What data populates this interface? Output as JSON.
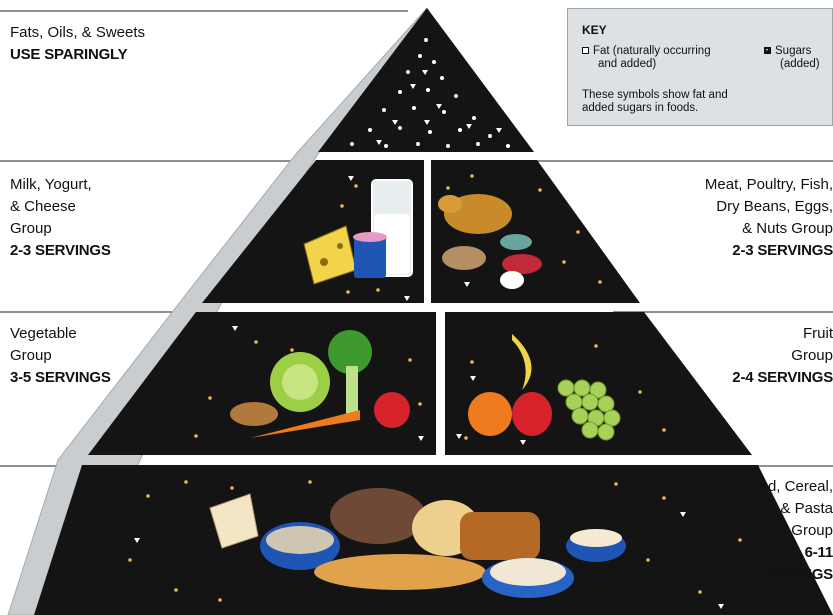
{
  "key": {
    "title": "KEY",
    "fat_line1": "Fat (naturally occurring",
    "fat_line2": "and added)",
    "sugar_line1": "Sugars",
    "sugar_line2": "(added)",
    "note_line1": "These symbols show fat and",
    "note_line2": "added sugars in foods."
  },
  "groups": {
    "fats": {
      "line1": "Fats, Oils, & Sweets",
      "servings": "USE SPARINGLY"
    },
    "milk": {
      "line1": "Milk, Yogurt,",
      "line2": "& Cheese",
      "line3": "Group",
      "servings": "2-3 SERVINGS"
    },
    "meat": {
      "line1": "Meat, Poultry, Fish,",
      "line2": "Dry Beans, Eggs,",
      "line3": "& Nuts Group",
      "servings": "2-3 SERVINGS"
    },
    "vegetable": {
      "line1": "Vegetable",
      "line2": "Group",
      "servings": "3-5 SERVINGS"
    },
    "fruit": {
      "line1": "Fruit",
      "line2": "Group",
      "servings": "2-4 SERVINGS"
    },
    "bread": {
      "line1": "Bread, Cereal,",
      "line2": "Rice, & Pasta",
      "line3": "Group",
      "line4": "6-11",
      "line5": "SERVINGS"
    }
  },
  "colors": {
    "tier_fill": "#141414",
    "side_shade": "#c9cdd0",
    "key_bg": "#dde1e4",
    "dots": "#e8b55a"
  }
}
